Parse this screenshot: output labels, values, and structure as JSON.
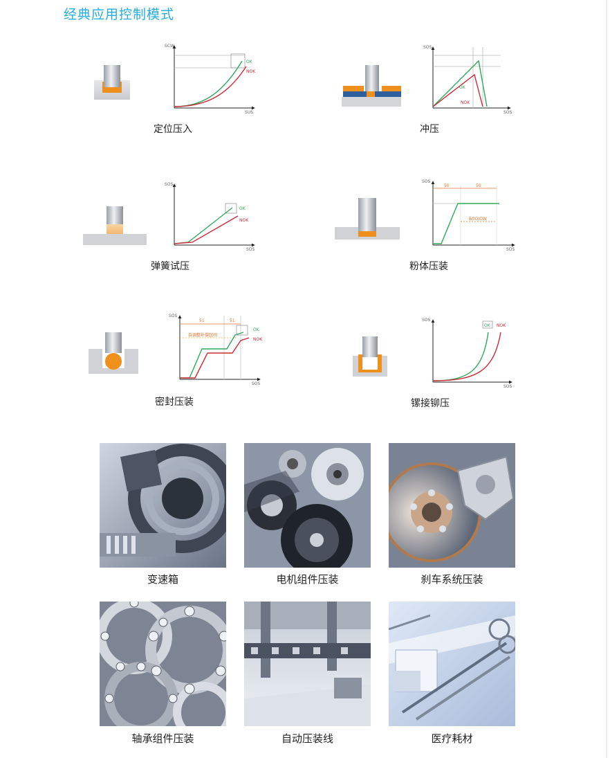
{
  "section_title": "经典应用控制模式",
  "modes": [
    {
      "label": "定位压入",
      "y_axis": "SCW",
      "x_axis": "SUS",
      "ok": "OK",
      "nok": "NOK"
    },
    {
      "label": "冲压",
      "y_axis": "SOS",
      "x_axis": "SOS",
      "ok": "OK",
      "nok": "NOK"
    },
    {
      "label": "弹簧试压",
      "y_axis": "SOS",
      "x_axis": "SOS",
      "ok": "OK",
      "nok": "NOK"
    },
    {
      "label": "粉体压装",
      "y_axis": "SOS",
      "x_axis": "SOS",
      "dim1": "50",
      "dim2": "50",
      "hold": "BOOIOW"
    },
    {
      "label": "密封压装",
      "y_axis": "SOS",
      "x_axis": "SOS",
      "dim1": "51",
      "dim2": "51",
      "ok": "OK",
      "nok": "NOK",
      "band": "自调整补偿区间"
    },
    {
      "label": "镙接铆压",
      "y_axis": "SOS",
      "x_axis": "SOS",
      "ok": "OK",
      "nok": "NOK"
    }
  ],
  "industries": [
    {
      "label": "变速箱",
      "icon": "gearbox-photo"
    },
    {
      "label": "电机组件压装",
      "icon": "motor-assembly-photo"
    },
    {
      "label": "刹车系统压装",
      "icon": "brake-system-photo"
    },
    {
      "label": "轴承组件压装",
      "icon": "bearing-assembly-photo"
    },
    {
      "label": "自动压装线",
      "icon": "press-line-photo"
    },
    {
      "label": "医疗耗材",
      "icon": "medical-supplies-photo"
    }
  ],
  "colors": {
    "title": "#22aee0",
    "ok": "#2eaa5c",
    "nok": "#cc2b35",
    "part": "#f0901c",
    "plate": "#2e5f9e",
    "dim": "#e8722c"
  }
}
